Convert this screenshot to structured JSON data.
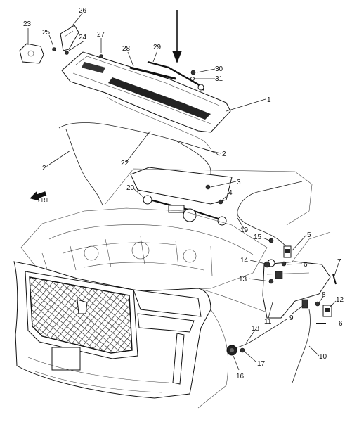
{
  "callouts": [
    {
      "id": "c1",
      "label": "1"
    },
    {
      "id": "c2",
      "label": "2"
    },
    {
      "id": "c3",
      "label": "3"
    },
    {
      "id": "c4",
      "label": "4"
    },
    {
      "id": "c5",
      "label": "5"
    },
    {
      "id": "c6a",
      "label": "6"
    },
    {
      "id": "c6b",
      "label": "6"
    },
    {
      "id": "c7",
      "label": "7"
    },
    {
      "id": "c8",
      "label": "8"
    },
    {
      "id": "c9",
      "label": "9"
    },
    {
      "id": "c10",
      "label": "10"
    },
    {
      "id": "c11",
      "label": "11"
    },
    {
      "id": "c12",
      "label": "12"
    },
    {
      "id": "c13",
      "label": "13"
    },
    {
      "id": "c14",
      "label": "14"
    },
    {
      "id": "c15",
      "label": "15"
    },
    {
      "id": "c16",
      "label": "16"
    },
    {
      "id": "c17",
      "label": "17"
    },
    {
      "id": "c18",
      "label": "18"
    },
    {
      "id": "c19",
      "label": "19"
    },
    {
      "id": "c20",
      "label": "20"
    },
    {
      "id": "c21",
      "label": "21"
    },
    {
      "id": "c22",
      "label": "22"
    },
    {
      "id": "c23",
      "label": "23"
    },
    {
      "id": "c24",
      "label": "24"
    },
    {
      "id": "c25",
      "label": "25"
    },
    {
      "id": "c26",
      "label": "26"
    },
    {
      "id": "c27",
      "label": "27"
    },
    {
      "id": "c28",
      "label": "28"
    },
    {
      "id": "c29",
      "label": "29"
    },
    {
      "id": "c30",
      "label": "30"
    },
    {
      "id": "c31",
      "label": "31"
    }
  ],
  "front_indicator": "FRT"
}
